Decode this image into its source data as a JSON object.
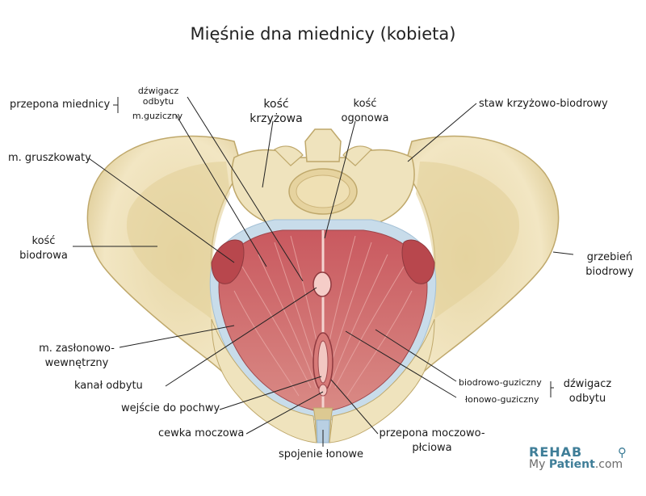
{
  "title": "Mięśnie dna miednicy (kobieta)",
  "labels": {
    "przepona_miednicy": "przepona miednicy",
    "dzwigacz_odbytu_top": "dźwigacz\nodbytu",
    "m_guziczny": "m.guziczny",
    "kosc_krzyzowa": "kość\nkrzyżowa",
    "kosc_ogonowa": "kość\nogonowa",
    "staw_krzyzowo_biodrowy": "staw krzyżowo-biodrowy",
    "m_gruszkowaty": "m. gruszkowaty",
    "kosc_biodrowa": "kość\nbiodrowa",
    "grzebien_biodrowy": "grzebień\nbiodrowy",
    "m_zaslonowo_wewnetrzny": "m. zasłonowo-\nwewnętrzny",
    "kanal_odbytu": "kanał odbytu",
    "biodrowo_guziczny": "biodrowo-guziczny",
    "lonowo_guziczny": "łonowo-guziczny",
    "dzwigacz_odbytu_right": "dźwigacz\nodbytu",
    "wejscie_do_pochwy": "wejście do pochwy",
    "cewka_moczowa": "cewka moczowa",
    "przepona_moczowo_plciowa": "przepona moczowo-\npłciowa",
    "spojenie_lonowe": "spojenie łonowe"
  },
  "brand": {
    "line1": "REHAB",
    "line2_prefix": "My ",
    "line2_bold": "Patient",
    "line2_suffix": ".com",
    "figure_icon": "running-figure-icon"
  },
  "colors": {
    "bone": "#efe3bd",
    "bone_shadow": "#d9c793",
    "muscle": "#cf6f70",
    "muscle_dark": "#a9484d",
    "fascia": "#b8d4e6",
    "brand": "#3f7e98"
  }
}
